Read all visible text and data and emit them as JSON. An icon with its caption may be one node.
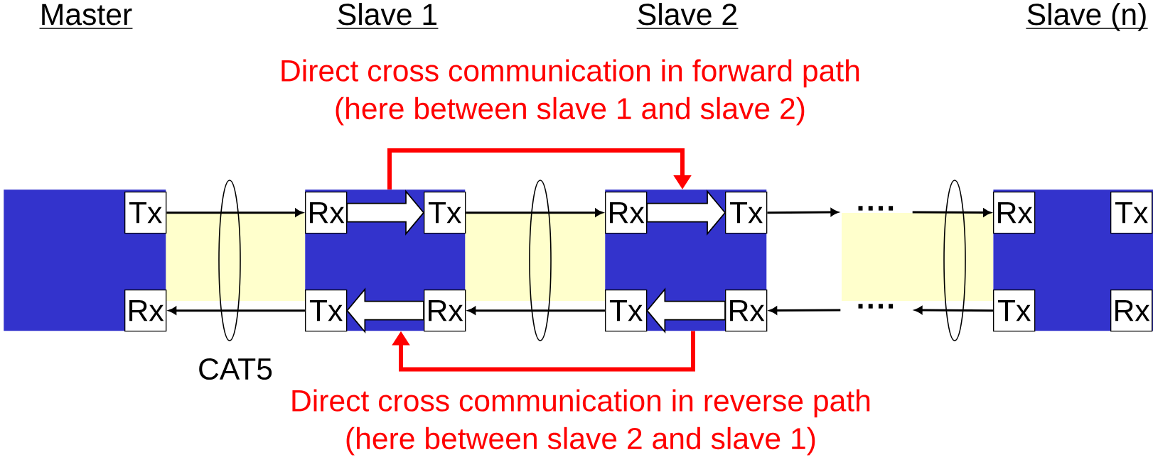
{
  "diagram": {
    "nodes": [
      {
        "text": [],
        "shape": "box"
      },
      {
        "text": [
          "Tx"
        ],
        "in": 0
      },
      {
        "text": [
          "Rx"
        ],
        "in": 0
      },
      {
        "text": [],
        "shape": "box"
      },
      {
        "text": [
          "Rx"
        ],
        "in": 3
      },
      {
        "text": [
          "Tx"
        ],
        "in": 3
      },
      {
        "text": [
          "Tx"
        ],
        "in": 3
      },
      {
        "text": [
          "Rx"
        ],
        "in": 3
      },
      {
        "text": [],
        "shape": "box"
      },
      {
        "text": [
          "Rx"
        ],
        "in": 8
      },
      {
        "text": [
          "Tx"
        ],
        "in": 8
      },
      {
        "text": [
          "Tx"
        ],
        "in": 8
      },
      {
        "text": [
          "Rx"
        ],
        "in": 8
      },
      {
        "text": [],
        "shape": "box"
      },
      {
        "text": [
          "Rx"
        ],
        "in": 13
      },
      {
        "text": [
          "Tx"
        ],
        "in": 13
      },
      {
        "text": [
          "Tx"
        ],
        "in": 13
      },
      {
        "text": [
          "Rx"
        ],
        "in": 13
      },
      {
        "text": [
          "····"
        ]
      },
      {
        "text": [
          "····"
        ]
      }
    ],
    "edges": [
      {
        "from": 1,
        "to": 4,
        "arrow": "to"
      },
      {
        "from": 5,
        "to": 9,
        "arrow": "to"
      },
      {
        "from": 10,
        "to": 18,
        "arrow": "to"
      },
      {
        "from": 18,
        "to": 14,
        "arrow": "to"
      },
      {
        "from": 6,
        "to": 2,
        "arrow": "to"
      },
      {
        "from": 11,
        "to": 7,
        "arrow": "to"
      },
      {
        "from": 19,
        "to": 12,
        "arrow": "to"
      },
      {
        "from": 16,
        "to": 19,
        "arrow": "to"
      },
      {
        "from": 4,
        "to": 5,
        "arrow": "to",
        "style": "thick",
        "color": "#ffffff"
      },
      {
        "from": 9,
        "to": 10,
        "arrow": "to",
        "style": "thick",
        "color": "#ffffff"
      },
      {
        "from": 7,
        "to": 6,
        "arrow": "to",
        "style": "thick",
        "color": "#ffffff"
      },
      {
        "from": 12,
        "to": 11,
        "arrow": "to",
        "style": "thick",
        "color": "#ffffff"
      },
      {
        "from": 3,
        "to": 8,
        "arrow": "to",
        "style": "thick",
        "color": "#ff0000",
        "label": "Direct cross communication in forward path (here between slave 1 and slave 2)"
      },
      {
        "from": 8,
        "to": 3,
        "arrow": "to",
        "style": "thick",
        "color": "#ff0000",
        "label": "Direct cross communication in reverse path (here between slave 2 and slave 1)"
      }
    ],
    "labels": [
      "Master",
      "Slave 1",
      "Slave 2",
      "Slave (n)",
      "CAT5"
    ]
  }
}
